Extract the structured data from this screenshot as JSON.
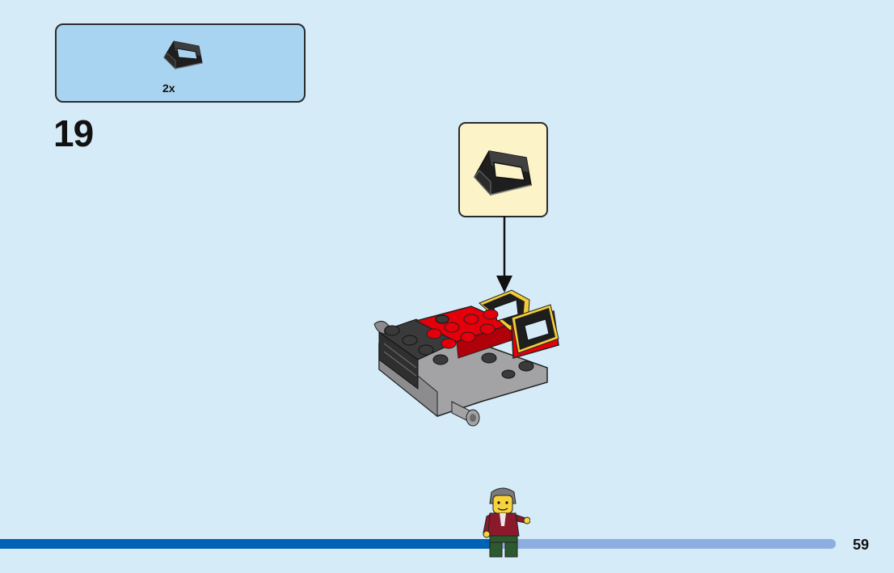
{
  "parts_list": {
    "items": [
      {
        "icon": "black-tile-holder-icon",
        "quantity": "2x"
      }
    ]
  },
  "step": {
    "number": "19"
  },
  "callout": {
    "icon": "black-tile-holder-icon"
  },
  "progress": {
    "fraction": 0.593
  },
  "page": {
    "number": "59"
  },
  "colors": {
    "background": "#d6ebf8",
    "parts_box": "#a9d4f1",
    "callout_box": "#fdf3c8",
    "progress_fill": "#0062b4",
    "progress_track": "#8daee0",
    "brick_red": "#e3000b",
    "brick_gray": "#a3a2a4",
    "brick_dark": "#3a3a3a"
  }
}
